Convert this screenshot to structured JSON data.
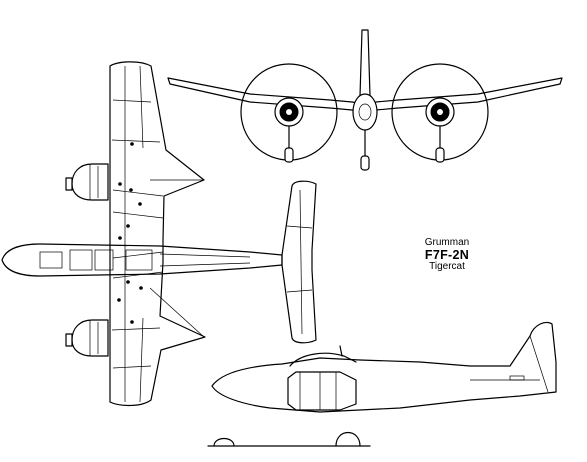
{
  "caption": {
    "manufacturer": "Grumman",
    "model": "F7F-2N",
    "name": "Tigercat"
  },
  "views": [
    "top-view",
    "front-view",
    "side-view",
    "tailplane-view"
  ],
  "colors": {
    "ink": "#000000",
    "paper": "#ffffff"
  }
}
